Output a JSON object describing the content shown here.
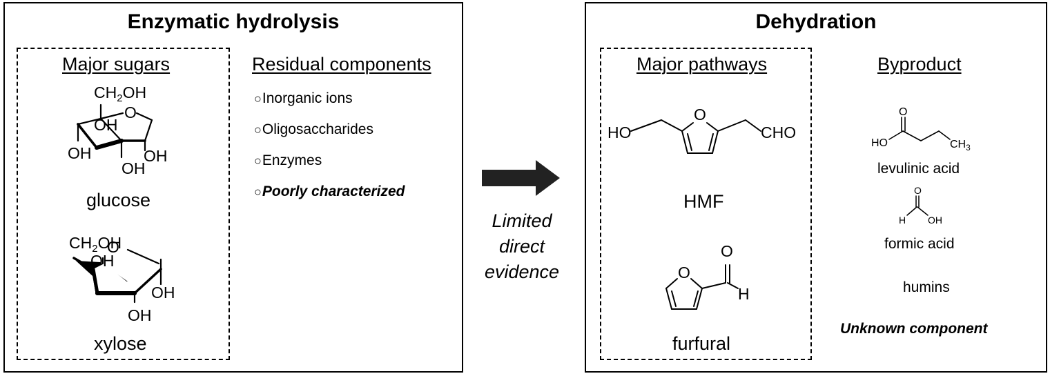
{
  "left_panel": {
    "title": "Enzymatic hydrolysis",
    "major_sugars": {
      "heading": "Major sugars",
      "glucose": {
        "name": "glucose",
        "atom_labels": [
          "CH2OH",
          "O",
          "OH",
          "OH",
          "OH",
          "OH"
        ]
      },
      "xylose": {
        "name": "xylose",
        "atom_labels": [
          "CH2OH",
          "O",
          "OH",
          "OH",
          "OH"
        ]
      }
    },
    "residual": {
      "heading": "Residual components",
      "bullet": "○",
      "items": [
        "Inorganic ions",
        "Oligosaccharides",
        "Enzymes",
        "Poorly characterized"
      ]
    }
  },
  "arrow": {
    "caption": [
      "Limited",
      "direct",
      "evidence"
    ]
  },
  "right_panel": {
    "title": "Dehydration",
    "major_pathways": {
      "heading": "Major pathways",
      "hmf": {
        "name": "HMF",
        "atom_labels": [
          "HO",
          "O",
          "CHO"
        ]
      },
      "furfural": {
        "name": "furfural",
        "atom_labels": [
          "O",
          "O",
          "H"
        ]
      }
    },
    "byproduct": {
      "heading": "Byproduct",
      "levulinic": {
        "name": "levulinic acid",
        "atom_labels": [
          "O",
          "HO",
          "CH3"
        ]
      },
      "formic": {
        "name": "formic acid",
        "atom_labels": [
          "O",
          "H",
          "OH"
        ]
      },
      "humins": "humins",
      "unknown": "Unknown component"
    }
  }
}
